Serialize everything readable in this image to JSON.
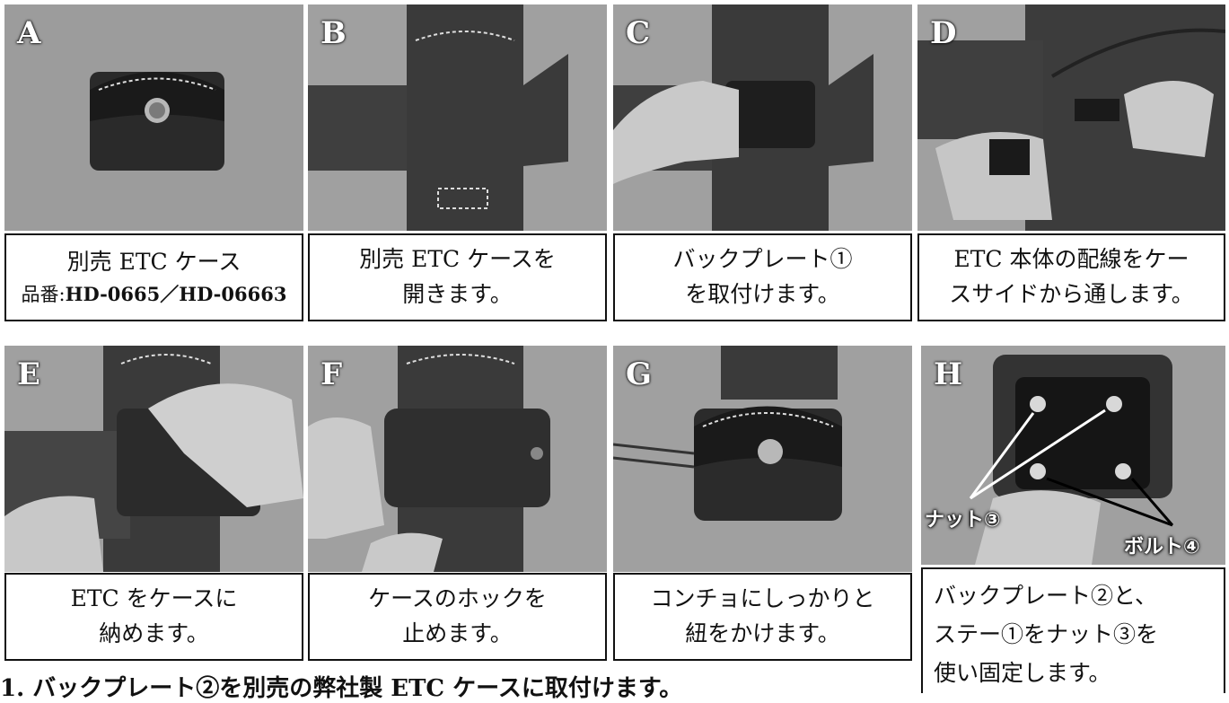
{
  "steps": [
    {
      "letter": "A",
      "caption_lines": [
        "別売 ETC ケース"
      ],
      "product_prefix": "品番:",
      "product_codes": "HD-0665／HD-06663"
    },
    {
      "letter": "B",
      "caption_lines": [
        "別売 ETC ケースを",
        "開きます。"
      ]
    },
    {
      "letter": "C",
      "caption_lines": [
        "バックプレート①",
        "を取付けます。"
      ]
    },
    {
      "letter": "D",
      "caption_lines": [
        "ETC 本体の配線をケー",
        "スサイドから通します。"
      ]
    },
    {
      "letter": "E",
      "caption_lines": [
        "ETC をケースに",
        "納めます。"
      ]
    },
    {
      "letter": "F",
      "caption_lines": [
        "ケースのホックを",
        "止めます。"
      ]
    },
    {
      "letter": "G",
      "caption_lines": [
        "コンチョにしっかりと",
        "紐をかけます。"
      ]
    },
    {
      "letter": "H",
      "caption_lines": [
        "バックプレート②と、",
        "ステー①をナット③を",
        "使い固定します。"
      ],
      "annotations": {
        "nut": "ナット③",
        "bolt": "ボルト④"
      }
    }
  ],
  "bottom_text": "1. バックプレート②を別売の弊社製 ETC ケースに取付けます。"
}
